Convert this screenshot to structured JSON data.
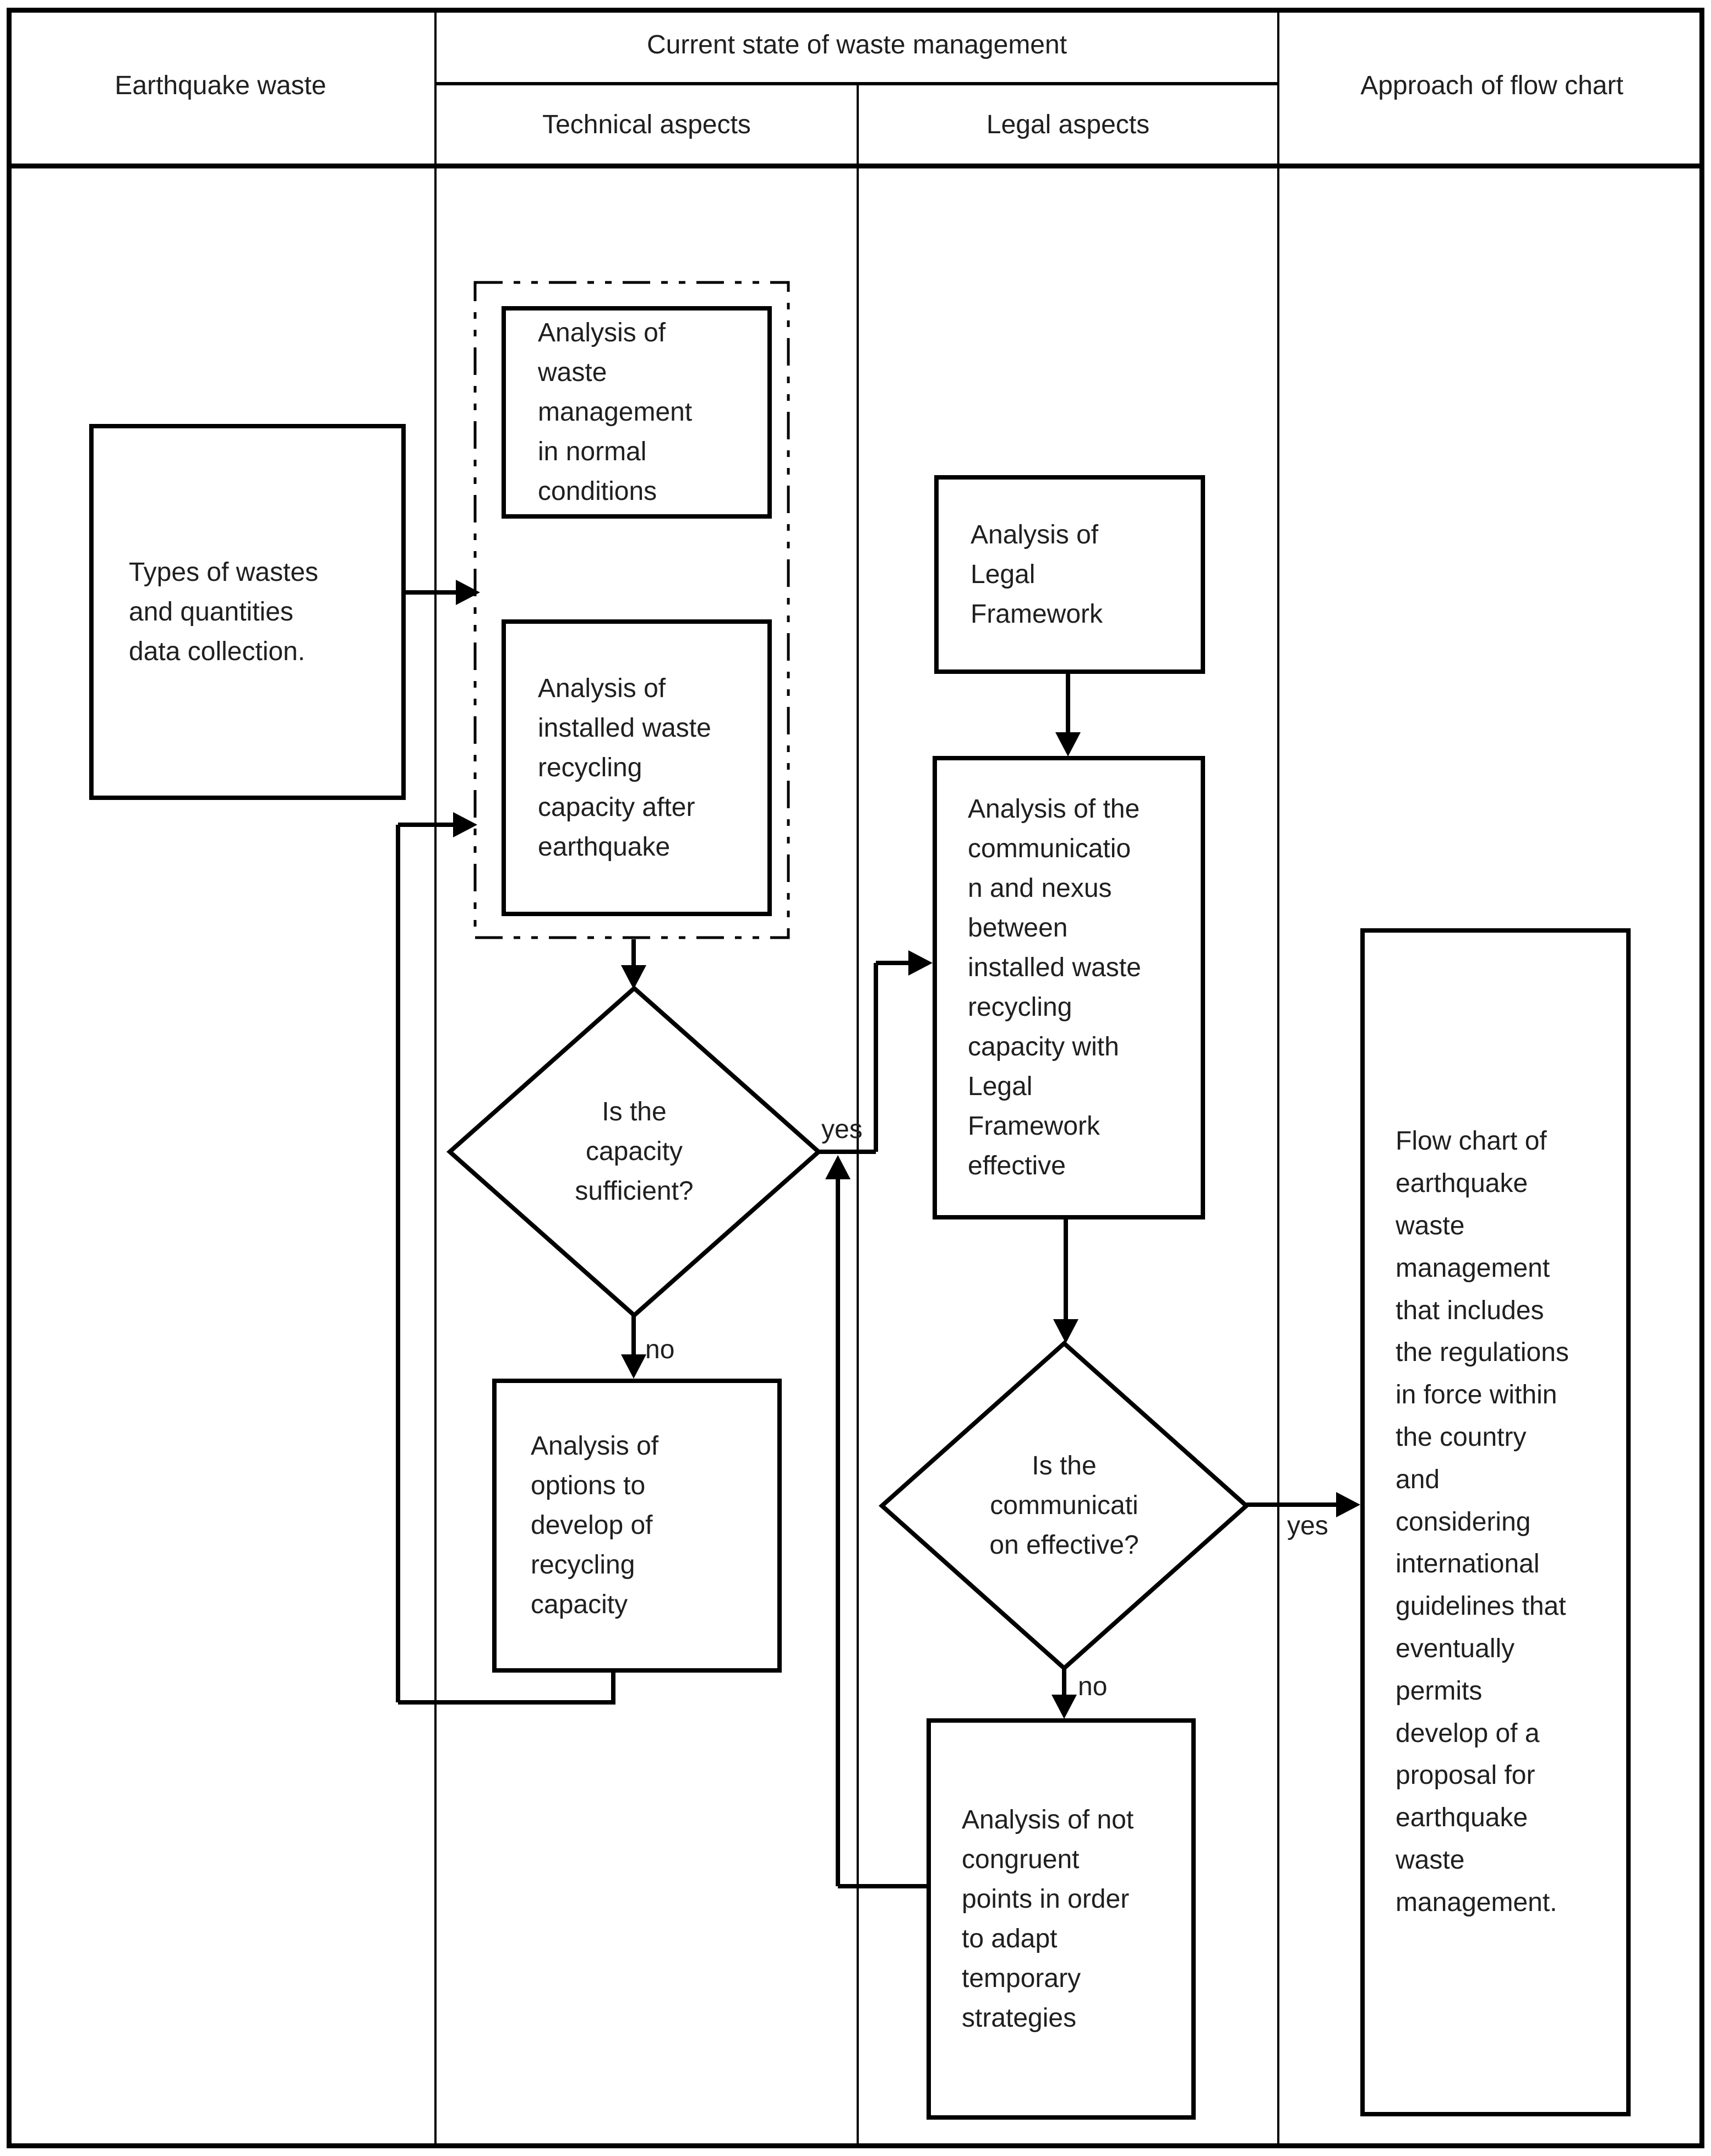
{
  "header": {
    "col1": "Earthquake waste",
    "col2": "Current state of waste management",
    "col2a": "Technical aspects",
    "col2b": "Legal aspects",
    "col3": "Approach of flow chart"
  },
  "nodes": {
    "types": "Types of wastes\nand quantities\ndata collection.",
    "normal_conditions": "Analysis of\nwaste\nmanagement\nin normal\nconditions",
    "installed_capacity": "Analysis of\ninstalled waste\nrecycling\ncapacity after\nearthquake",
    "capacity_question": "Is the\ncapacity\nsufficient?",
    "options": "Analysis of\noptions to\ndevelop of\nrecycling\ncapacity",
    "legal_framework": "Analysis of\nLegal\nFramework",
    "communication": "Analysis of the\ncommunicatio\nn and nexus\nbetween\ninstalled waste\nrecycling\ncapacity with\nLegal\nFramework\neffective",
    "communication_question": "Is the\ncommunicati\non effective?",
    "not_congruent": "Analysis of not\ncongruent\npoints in order\nto adapt\ntemporary\nstrategies",
    "flow_chart": "Flow chart of\nearthquake\nwaste\nmanagement\nthat includes\nthe regulations\nin force within\nthe country\nand\nconsidering\ninternational\nguidelines that\neventually\npermits\ndevelop of a\nproposal for\nearthquake\nwaste\nmanagement."
  },
  "labels": {
    "capacity_yes": "yes",
    "capacity_no": "no",
    "communication_yes": "yes",
    "communication_no": "no"
  },
  "colors": {
    "line": "#000000",
    "text": "#1f1f1f",
    "background": "#ffffff"
  }
}
